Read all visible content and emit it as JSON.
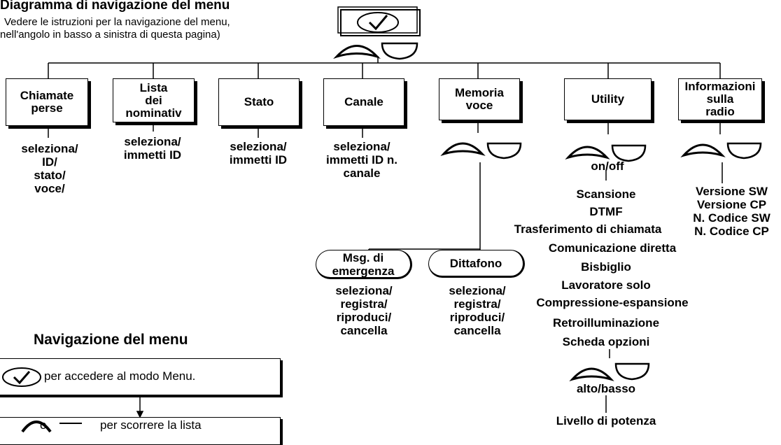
{
  "header": {
    "title": "Diagramma di navigazione del menu",
    "note_line1": "Vedere le istruzioni per la navigazione del menu,",
    "note_line2": "nell'angolo in basso a sinistra di questa pagina)"
  },
  "top_menus": [
    {
      "label": "Chiamate\nperse",
      "detail": "seleziona/\nID/\nstato/\nvoce/"
    },
    {
      "label": "Lista\ndei\nnominativ",
      "detail": "seleziona/\nimmetti ID"
    },
    {
      "label": "Stato",
      "detail": "seleziona/\nimmetti ID"
    },
    {
      "label": "Canale",
      "detail": "seleziona/\nimmetti ID n.\ncanale"
    },
    {
      "label": "Memoria\nvoce",
      "detail": ""
    },
    {
      "label": "Utility",
      "detail": "on/off"
    },
    {
      "label": "Informazioni\nsulla\nradio",
      "detail": "Versione SW\nVersione CP\nN. Codice SW\nN. Codice CP"
    }
  ],
  "voice_submenus": [
    {
      "label": "Msg. di\nemergenza",
      "detail": "seleziona/\nregistra/\nriproduci/\ncancella"
    },
    {
      "label": "Dittafono",
      "detail": "seleziona/\nregistra/\nriproduci/\ncancella"
    }
  ],
  "utility_items": [
    "Scansione",
    "DTMF",
    "Trasferimento di chiamata",
    "Comunicazione diretta",
    "Bisbiglio",
    "Lavoratore solo",
    "Compressione-espansione",
    "Retroilluminazione",
    "Scheda opzioni"
  ],
  "utility_sub": {
    "action": "alto/basso",
    "item": "Livello di potenza"
  },
  "navigation": {
    "title": "Navigazione del menu",
    "step1": "per accedere al modo Menu.",
    "step2_connector": "o",
    "step2": "per scorrere la lista"
  }
}
